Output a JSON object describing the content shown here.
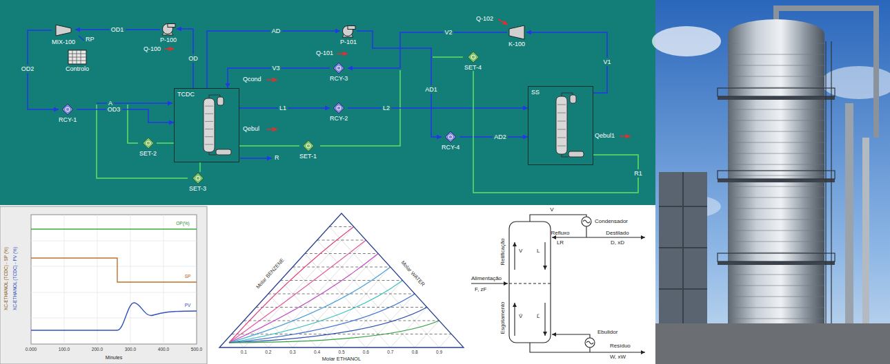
{
  "diagram": {
    "nodes": [
      {
        "text": [
          "MIX-100"
        ]
      },
      {
        "text": [
          "P-100"
        ]
      },
      {
        "text": [
          "P-101"
        ]
      },
      {
        "text": [
          "K-100"
        ]
      },
      {
        "text": [
          "Controlo"
        ]
      },
      {
        "text": [
          "SET-4"
        ]
      },
      {
        "text": [
          "RCY-3"
        ]
      },
      {
        "text": [
          "TCDC"
        ]
      },
      {
        "text": [
          "SS"
        ]
      },
      {
        "text": [
          "RCY-1"
        ]
      },
      {
        "text": [
          "RCY-2"
        ]
      },
      {
        "text": [
          "SET-2"
        ]
      },
      {
        "text": [
          "SET-1"
        ]
      },
      {
        "text": [
          "RCY-4"
        ]
      },
      {
        "text": [
          "SET-3"
        ]
      }
    ],
    "edges": [
      {
        "from": 7,
        "to": 1,
        "arrow": "to",
        "label": "OD"
      },
      {
        "from": 1,
        "to": 0,
        "arrow": "to",
        "label": "OD1"
      },
      {
        "from": 0,
        "to": 9,
        "arrow": "to",
        "label": "OD2"
      },
      {
        "from": 9,
        "to": 7,
        "arrow": "to",
        "label": "OD3"
      },
      {
        "from": 7,
        "to": 2,
        "arrow": "to",
        "label": "AD"
      },
      {
        "from": 2,
        "to": 13,
        "arrow": "to",
        "label": "AD1"
      },
      {
        "from": 13,
        "to": 8,
        "arrow": "to",
        "label": "AD2"
      },
      {
        "from": 8,
        "to": 3,
        "arrow": "to",
        "label": "V1"
      },
      {
        "from": 3,
        "to": 6,
        "arrow": "to",
        "label": "V2"
      },
      {
        "from": 6,
        "to": 7,
        "arrow": "to",
        "label": "V3"
      },
      {
        "from": 7,
        "to": 10,
        "arrow": "to",
        "label": "L1"
      },
      {
        "from": 10,
        "to": 8,
        "arrow": "to",
        "label": "L2"
      },
      {
        "from": 7,
        "to": 12,
        "arrow": "none"
      },
      {
        "from": 7,
        "to": 11,
        "arrow": "none"
      },
      {
        "from": 7,
        "to": 14,
        "arrow": "none"
      },
      {
        "from": 8,
        "to": 5,
        "arrow": "none"
      }
    ],
    "labels": [
      "RP",
      "A",
      "R",
      "R1",
      "Q-100",
      "Q-101",
      "Q-102",
      "Qcond",
      "Qebul",
      "Qebul1",
      "XC-ETHANOL (TCDC) - SP (%)",
      "XC-ETHANOL (TCDC) - PV (%)",
      "0.000",
      "100.0",
      "200.0",
      "300.0",
      "400.0",
      "500.0",
      "Minutes",
      "OP(%)",
      "SP",
      "PV",
      "Molar BENZENE",
      "Molar WATER",
      "Molar ETHANOL",
      "0.1",
      "0.2",
      "0.3",
      "0.4",
      "0.5",
      "0.6",
      "0.7",
      "0.8",
      "0.9",
      "Condensador",
      "Refluxo",
      "Destilado",
      "LR",
      "D, xD",
      "V",
      "Retificação",
      "Alimentação",
      "F, zF",
      "Esgotamento",
      "Ebulidor",
      "Resíduo",
      "W, xW",
      "V",
      "L",
      "V̄",
      "L̄"
    ]
  }
}
